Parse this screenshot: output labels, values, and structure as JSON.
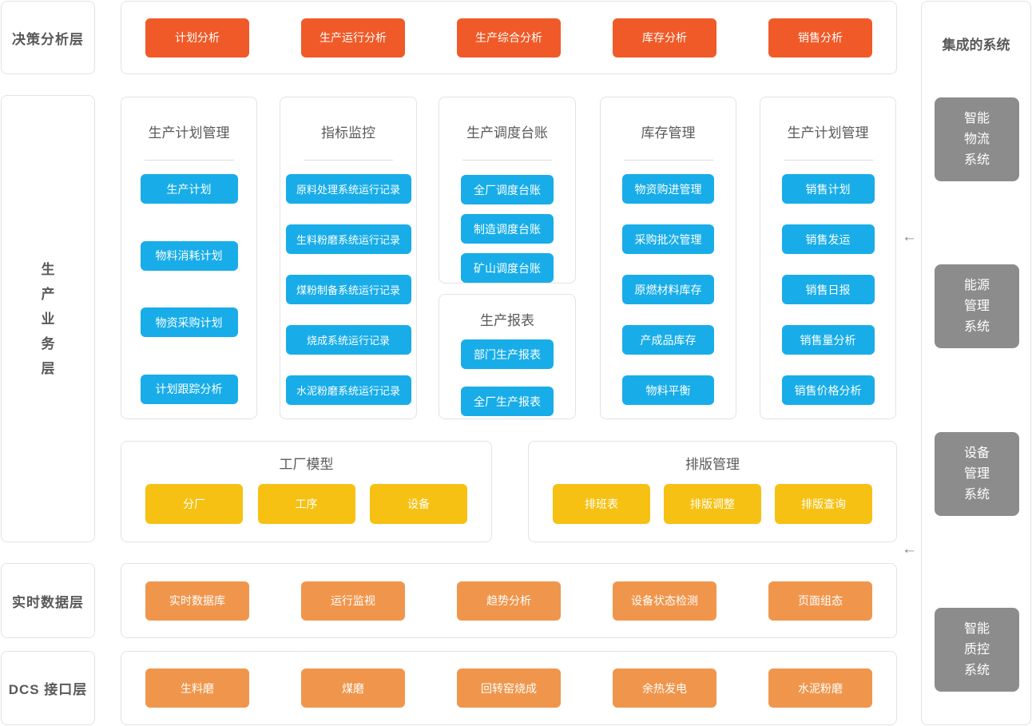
{
  "colors": {
    "decision_button": "#F05A28",
    "module_button": "#18ADE8",
    "model_button": "#F6C113",
    "interface_button": "#F0964C",
    "system_box": "#8C8C8C",
    "border": "#E3E3E3",
    "label_text": "#595959"
  },
  "left_layers": {
    "decision": "决策分析层",
    "business_chars": [
      "生",
      "产",
      "业",
      "务",
      "层"
    ],
    "realtime": "实时数据层",
    "dcs": "DCS 接口层"
  },
  "decision_buttons": [
    "计划分析",
    "生产运行分析",
    "生产综合分析",
    "库存分析",
    "销售分析"
  ],
  "panels": {
    "plan": {
      "title": "生产计划管理",
      "buttons": [
        "生产计划",
        "物料消耗计划",
        "物资采购计划",
        "计划跟踪分析"
      ]
    },
    "kpi": {
      "title": "指标监控",
      "buttons": [
        "原料处理系统运行记录",
        "生料粉磨系统运行记录",
        "煤粉制备系统运行记录",
        "烧成系统运行记录",
        "水泥粉磨系统运行记录"
      ]
    },
    "dispatch": {
      "title": "生产调度台账",
      "buttons": [
        "全厂调度台账",
        "制造调度台账",
        "矿山调度台账"
      ]
    },
    "report": {
      "title": "生产报表",
      "buttons": [
        "部门生产报表",
        "全厂生产报表"
      ]
    },
    "inventory": {
      "title": "库存管理",
      "buttons": [
        "物资购进管理",
        "采购批次管理",
        "原燃材料库存",
        "产成品库存",
        "物料平衡"
      ]
    },
    "sales": {
      "title": "生产计划管理",
      "buttons": [
        "销售计划",
        "销售发运",
        "销售日报",
        "销售量分析",
        "销售价格分析"
      ]
    }
  },
  "factory_model": {
    "title": "工厂模型",
    "buttons": [
      "分厂",
      "工序",
      "设备"
    ]
  },
  "scheduling": {
    "title": "排版管理",
    "buttons": [
      "排班表",
      "排版调整",
      "排版查询"
    ]
  },
  "realtime_buttons": [
    "实时数据库",
    "运行监视",
    "趋势分析",
    "设备状态检测",
    "页面组态"
  ],
  "dcs_buttons": [
    "生料磨",
    "煤磨",
    "回转窑烧成",
    "余热发电",
    "水泥粉磨"
  ],
  "integrated": {
    "title": "集成的系统",
    "systems": [
      [
        "智能",
        "物流",
        "系统"
      ],
      [
        "能源",
        "管理",
        "系统"
      ],
      [
        "设备",
        "管理",
        "系统"
      ],
      [
        "智能",
        "质控",
        "系统"
      ]
    ]
  },
  "arrows": {
    "left": "←"
  }
}
